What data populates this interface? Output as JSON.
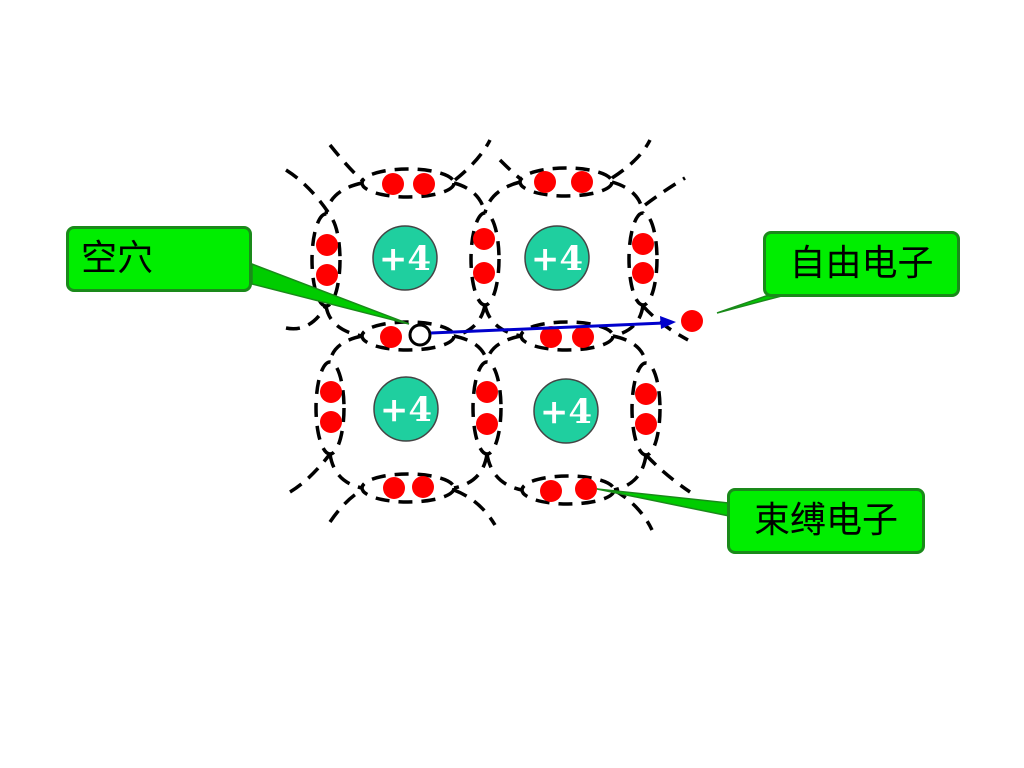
{
  "labels": {
    "hole": "空穴",
    "free_electron": "自由电子",
    "bound_electron": "束缚电子"
  },
  "atoms": [
    {
      "charge": "+4"
    },
    {
      "charge": "+4"
    },
    {
      "charge": "+4"
    },
    {
      "charge": "+4"
    }
  ],
  "colors": {
    "atom_fill": "#1fcf9f",
    "electron": "#ff0000",
    "callout_fill": "#00ee00",
    "callout_border": "#1a8a1a",
    "motion_arrow": "#0000cc",
    "bond_line": "#000000"
  }
}
